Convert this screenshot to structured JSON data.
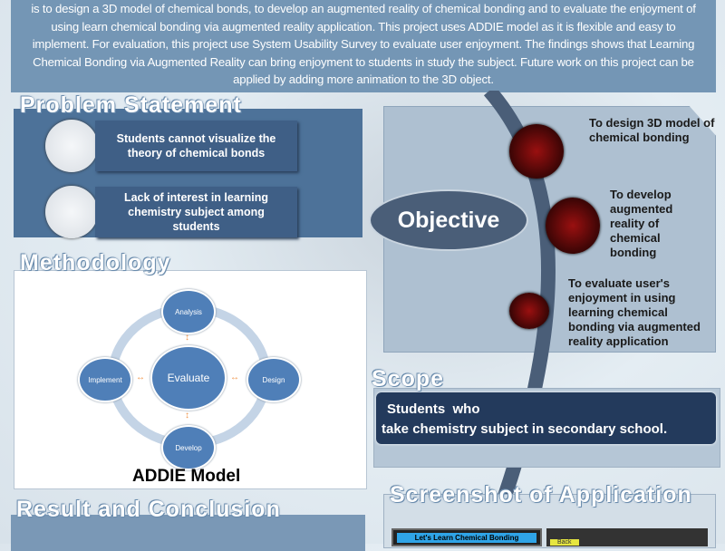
{
  "abstract": {
    "text": "is to design a 3D model of chemical bonds, to develop an augmented reality of chemical bonding and to evaluate the enjoyment of using learn chemical bonding via augmented reality application. This project uses ADDIE model as it is flexible and easy to implement. For evaluation, this project use System Usability Survey to evaluate user enjoyment. The findings shows that Learning Chemical Bonding via Augmented Reality can bring enjoyment to students in study the subject. Future work on this project can be applied by adding more animation to the 3D object."
  },
  "problem": {
    "title": "Problem Statement",
    "items": [
      "Students cannot visualize the theory of chemical bonds",
      "Lack of interest in learning chemistry subject among students"
    ]
  },
  "methodology": {
    "title": "Methodology",
    "center": "Evaluate",
    "phases": [
      "Analysis",
      "Design",
      "Develop",
      "Implement"
    ],
    "caption": "ADDIE Model"
  },
  "result": {
    "title": "Result and Conclusion"
  },
  "objective": {
    "title": "Objective",
    "items": [
      "To design 3D model of chemical bonding",
      "To develop augmented reality of chemical bonding",
      "To evaluate user's enjoyment in using learning chemical bonding via augmented reality application"
    ]
  },
  "scope": {
    "title": "Scope",
    "line1": "Students  who",
    "line2": "take chemistry subject in secondary school."
  },
  "screenshots": {
    "title": "Screenshot of Application",
    "shot1_title": "Let's Learn Chemical Bonding",
    "shot2_button": "Back"
  }
}
